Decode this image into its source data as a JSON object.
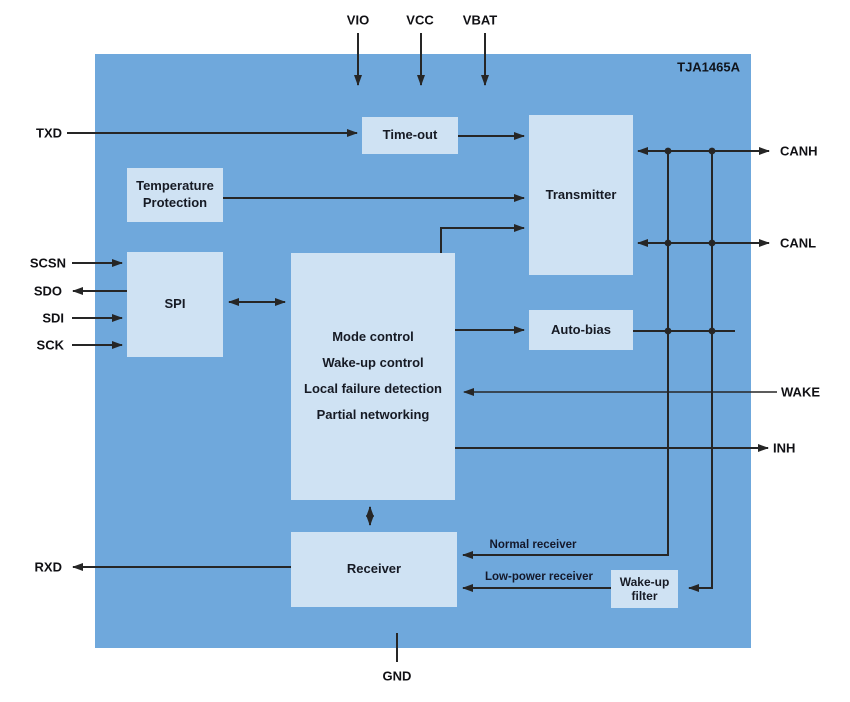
{
  "chip": {
    "title": "TJA1465A"
  },
  "pins": {
    "vio": "VIO",
    "vcc": "VCC",
    "vbat": "VBAT",
    "txd": "TXD",
    "scsn": "SCSN",
    "sdo": "SDO",
    "sdi": "SDI",
    "sck": "SCK",
    "rxd": "RXD",
    "canh": "CANH",
    "canl": "CANL",
    "wake": "WAKE",
    "inh": "INH",
    "gnd": "GND"
  },
  "blocks": {
    "timeout": "Time-out",
    "temperature_protection": "Temperature Protection",
    "transmitter": "Transmitter",
    "spi": "SPI",
    "mode_control": {
      "lines": [
        "Mode control",
        "Wake-up control",
        "Local failure detection",
        "Partial networking"
      ]
    },
    "auto_bias": "Auto-bias",
    "receiver": "Receiver",
    "wakeup_filter": "Wake-up filter"
  },
  "annotations": {
    "normal_receiver": "Normal receiver",
    "low_power_receiver": "Low-power receiver"
  },
  "colors": {
    "chip_fill": "#6fa8dc",
    "block_fill": "#cfe2f3",
    "wire": "#262626",
    "text": "#101014",
    "background": "#ffffff"
  }
}
